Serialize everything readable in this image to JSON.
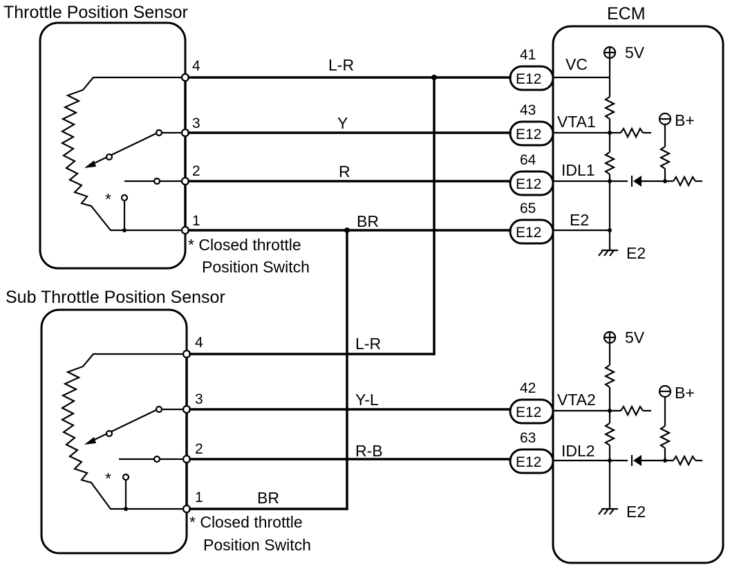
{
  "sensor1": {
    "title": "Throttle Position Sensor",
    "pins": [
      "4",
      "3",
      "2",
      "1"
    ],
    "asterisk": "*",
    "note_line1": "* Closed throttle",
    "note_line2": "Position Switch"
  },
  "sensor2": {
    "title": "Sub Throttle Position Sensor",
    "pins": [
      "4",
      "3",
      "2",
      "1"
    ],
    "asterisk": "*",
    "note_line1": "* Closed throttle",
    "note_line2": "Position Switch"
  },
  "wires": {
    "w1_4": "L-R",
    "w1_3": "Y",
    "w1_2": "R",
    "w1_1": "BR",
    "w2_4": "L-R",
    "w2_3": "Y-L",
    "w2_2": "R-B",
    "w2_1": "BR"
  },
  "connectors": [
    {
      "pin": "41",
      "label": "E12"
    },
    {
      "pin": "43",
      "label": "E12"
    },
    {
      "pin": "64",
      "label": "E12"
    },
    {
      "pin": "65",
      "label": "E12"
    },
    {
      "pin": "42",
      "label": "E12"
    },
    {
      "pin": "63",
      "label": "E12"
    }
  ],
  "ecm": {
    "title": "ECM",
    "vc": "VC",
    "vta1": "VTA1",
    "idl1": "IDL1",
    "e2_in": "E2",
    "vta2": "VTA2",
    "idl2": "IDL2",
    "v5_a": "5V",
    "v5_b": "5V",
    "bplus_a": "B+",
    "bplus_b": "B+",
    "gnd_a": "E2",
    "gnd_b": "E2"
  }
}
